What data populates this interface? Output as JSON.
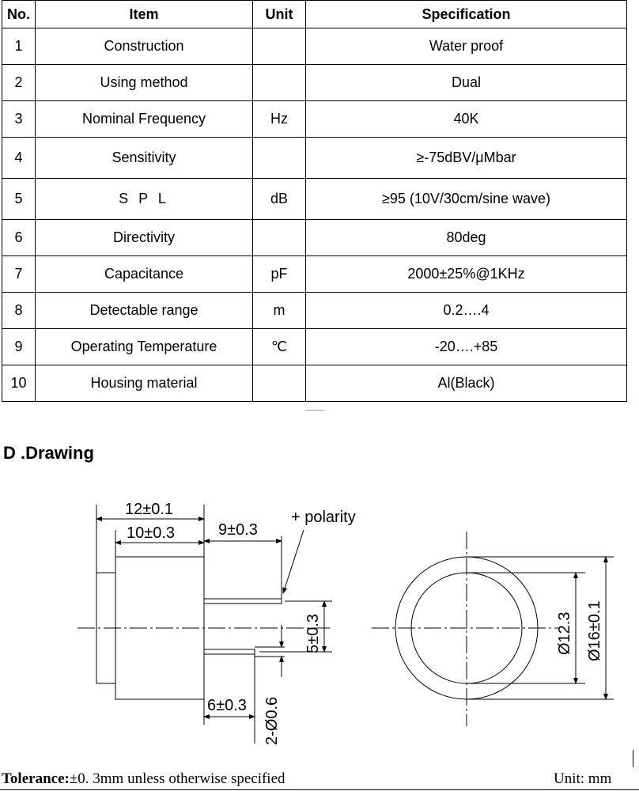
{
  "table": {
    "headers": [
      "No.",
      "Item",
      "Unit",
      "Specification"
    ],
    "rows": [
      {
        "no": "1",
        "item": "Construction",
        "unit": "",
        "spec": "Water proof"
      },
      {
        "no": "2",
        "item": "Using method",
        "unit": "",
        "spec": "Dual"
      },
      {
        "no": "3",
        "item": "Nominal Frequency",
        "unit": "Hz",
        "spec": "40K"
      },
      {
        "no": "4",
        "item": "Sensitivity",
        "unit": "",
        "spec": "≥-75dBV/μMbar"
      },
      {
        "no": "5",
        "item": "S P L",
        "unit": "dB",
        "spec": "≥95 (10V/30cm/sine wave)"
      },
      {
        "no": "6",
        "item": "Directivity",
        "unit": "",
        "spec": "80deg"
      },
      {
        "no": "7",
        "item": "Capacitance",
        "unit": "pF",
        "spec": "2000±25%@1KHz"
      },
      {
        "no": "8",
        "item": "Detectable range",
        "unit": "m",
        "spec": "0.2….4"
      },
      {
        "no": "9",
        "item": "Operating Temperature",
        "unit": "℃",
        "spec": "-20….+85"
      },
      {
        "no": "10",
        "item": "Housing material",
        "unit": "",
        "spec": "Al(Black)"
      }
    ]
  },
  "section_heading": "D .Drawing",
  "drawing": {
    "dim_overall_length": "12±0.1",
    "dim_body_length": "10±0.3",
    "dim_pin_length": "9±0.3",
    "polarity_label": "+ polarity",
    "dim_pin_spacing": "5±0.3",
    "dim_short_pin": "6±0.3",
    "dim_pin_diameter": "2-Ø0.6",
    "dim_inner_diameter": "Ø12.3",
    "dim_outer_diameter": "Ø16±0.1"
  },
  "footer": {
    "tolerance_label": "Tolerance:",
    "tolerance_text": "±0. 3mm unless otherwise specified",
    "unit_text": "Unit: mm"
  }
}
